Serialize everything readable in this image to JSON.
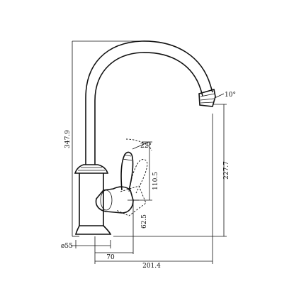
{
  "dimensions": {
    "overall_height": "347.9",
    "spout_height": "227.7",
    "handle_height": "110.5",
    "base_to_handle": "62.5",
    "base_diameter": "ø55",
    "handle_offset": "70",
    "spout_reach": "201.4",
    "spout_angle": "10°",
    "handle_angle": "22°"
  }
}
